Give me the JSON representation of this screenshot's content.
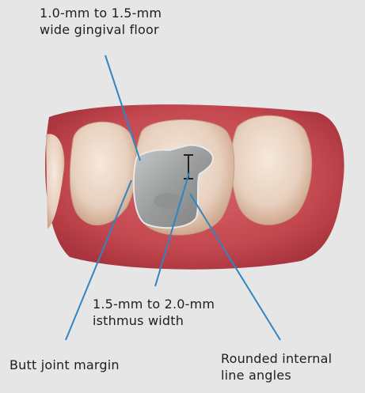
{
  "labels": {
    "gingival_floor": [
      "1.0-mm to 1.5-mm",
      "wide gingival floor"
    ],
    "isthmus": [
      "1.5-mm to 2.0-mm",
      "isthmus width"
    ],
    "butt_joint": [
      "Butt joint margin"
    ],
    "rounded_angles": [
      "Rounded internal",
      "line angles"
    ]
  },
  "colors": {
    "background": "#e6e6e6",
    "gum": "#c84a52",
    "tooth": "#ecd7c7",
    "preparation": "#9c9e9f",
    "leader_line": "#2f86c2",
    "text": "#1e1e1e"
  }
}
